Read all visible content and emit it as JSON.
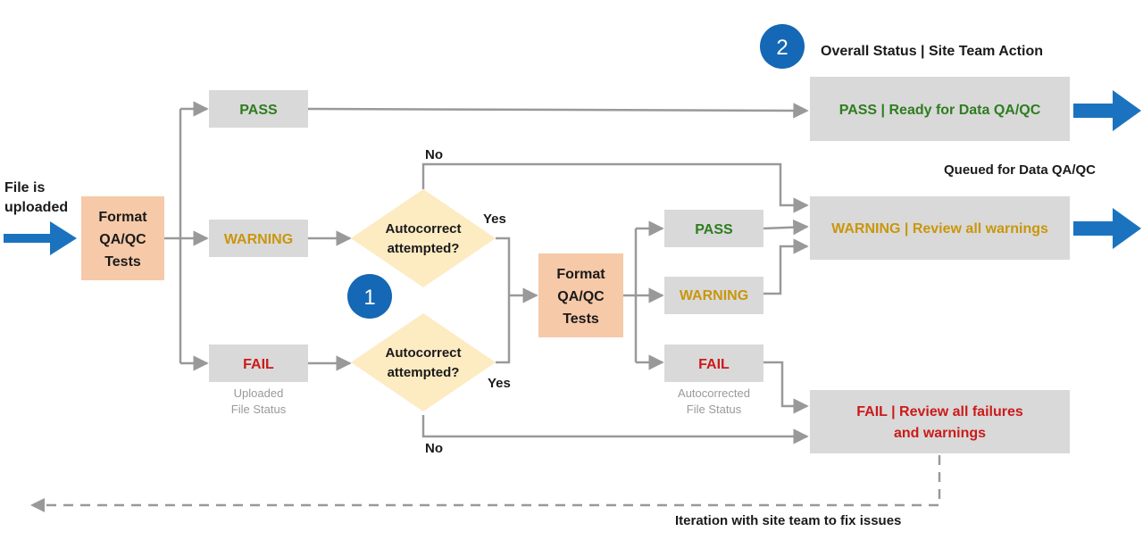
{
  "colors": {
    "pass": "#2e7d1f",
    "warning": "#c9960c",
    "fail": "#cc1a1a",
    "box_fill": "#d9d9d9",
    "test_fill": "#f6c9a8",
    "diamond_fill": "#fdebc2",
    "arrow_blue": "#1b73bf",
    "connector": "#999999",
    "badge": "#1468b5"
  },
  "start": {
    "label_line1": "File is",
    "label_line2": "uploaded"
  },
  "tests1": {
    "line1": "Format",
    "line2": "QA/QC",
    "line3": "Tests"
  },
  "tests2": {
    "line1": "Format",
    "line2": "QA/QC",
    "line3": "Tests"
  },
  "uploaded_status": {
    "pass": "PASS",
    "warning": "WARNING",
    "fail": "FAIL",
    "caption_line1": "Uploaded",
    "caption_line2": "File Status"
  },
  "autocorrect_status": {
    "pass": "PASS",
    "warning": "WARNING",
    "fail": "FAIL",
    "caption_line1": "Autocorrected",
    "caption_line2": "File Status"
  },
  "decision_top": {
    "line1": "Autocorrect",
    "line2": "attempted?",
    "yes": "Yes",
    "no": "No"
  },
  "decision_bottom": {
    "line1": "Autocorrect",
    "line2": "attempted?",
    "yes": "Yes",
    "no": "No"
  },
  "badges": {
    "one": "1",
    "two": "2"
  },
  "overall_header": "Overall Status | Site Team Action",
  "outcomes": {
    "pass": {
      "status": "PASS",
      "action": "Ready for Data QA/QC"
    },
    "warning": {
      "status": "WARNING",
      "action": "Review all warnings"
    },
    "fail": {
      "status": "FAIL",
      "action_line1": "Review all failures",
      "action_line2": "and warnings"
    },
    "separator": "|"
  },
  "queued_label": "Queued for Data QA/QC",
  "iteration_label": "Iteration with site team to fix issues"
}
